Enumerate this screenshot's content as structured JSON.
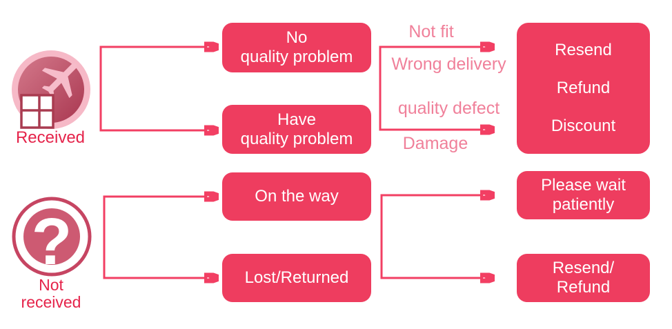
{
  "colors": {
    "box_fill": "#ee3d5f",
    "box_text": "#ffffff",
    "reason_text": "#f0809a",
    "arrow": "#f23f63",
    "caption_red": "#e5234a",
    "icon_ring_pink": "#f6b9c7",
    "icon_inner_red": "#b23a52",
    "plane_pink": "#f6bcca",
    "parcel_line": "#a93b50",
    "qmark_ring": "#c64562",
    "qmark_inner": "#cd5a72"
  },
  "received_flow": {
    "caption": "Received",
    "status_boxes": [
      "No\nquality problem",
      "Have\nquality problem"
    ],
    "reasons": [
      "Not fit",
      "Wrong delivery",
      "quality defect",
      "Damage"
    ],
    "outcomes": [
      "Resend",
      "Refund",
      "Discount"
    ]
  },
  "not_received_flow": {
    "caption": "Not\nreceived",
    "status_boxes": [
      "On the way",
      "Lost/Returned"
    ],
    "outcomes": [
      "Please wait\npatiently",
      "Resend/\nRefund"
    ]
  },
  "icons": {
    "received_icon": "airplane-with-parcel",
    "not_received_icon": "question-mark",
    "question_glyph": "?"
  }
}
